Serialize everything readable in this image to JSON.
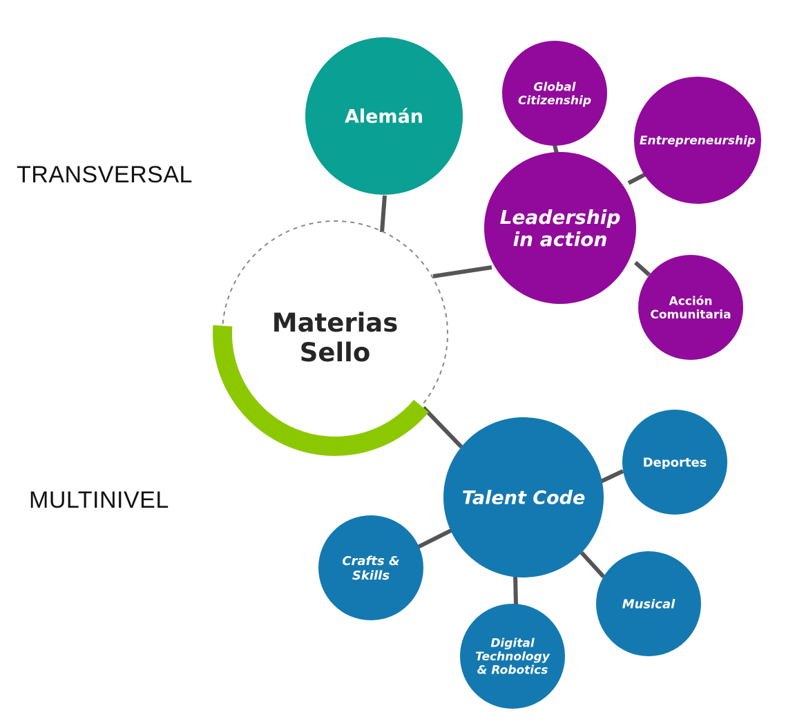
{
  "side_labels": {
    "top": "TRANSVERSAL",
    "bottom": "MULTINIVEL"
  },
  "colors": {
    "teal": "#0aa093",
    "purple": "#910a9b",
    "blue": "#1479b0",
    "green": "#8cc800",
    "connector": "#555555",
    "dashed": "#888888"
  },
  "center": {
    "lines": [
      "Materias",
      "Sello"
    ]
  },
  "branches": [
    {
      "id": "aleman",
      "lines": [
        "Alemán"
      ],
      "color": "teal",
      "italic": false,
      "children": []
    },
    {
      "id": "leadership",
      "lines": [
        "Leadership",
        "in action"
      ],
      "color": "purple",
      "italic": true,
      "children": [
        {
          "id": "global-citizenship",
          "lines": [
            "Global",
            "Citizenship"
          ],
          "italic": true
        },
        {
          "id": "entrepreneurship",
          "lines": [
            "Entrepreneurship"
          ],
          "italic": true
        },
        {
          "id": "accion-comunitaria",
          "lines": [
            "Acción",
            "Comunitaria"
          ],
          "italic": false
        }
      ]
    },
    {
      "id": "talent-code",
      "lines": [
        "Talent Code"
      ],
      "color": "blue",
      "italic": true,
      "children": [
        {
          "id": "deportes",
          "lines": [
            "Deportes"
          ],
          "italic": false
        },
        {
          "id": "musical",
          "lines": [
            "Musical"
          ],
          "italic": true
        },
        {
          "id": "digital-technology",
          "lines": [
            "Digital",
            "Technology",
            "& Robotics"
          ],
          "italic": true
        },
        {
          "id": "crafts-skills",
          "lines": [
            "Crafts &",
            "Skills"
          ],
          "italic": true
        }
      ]
    }
  ]
}
